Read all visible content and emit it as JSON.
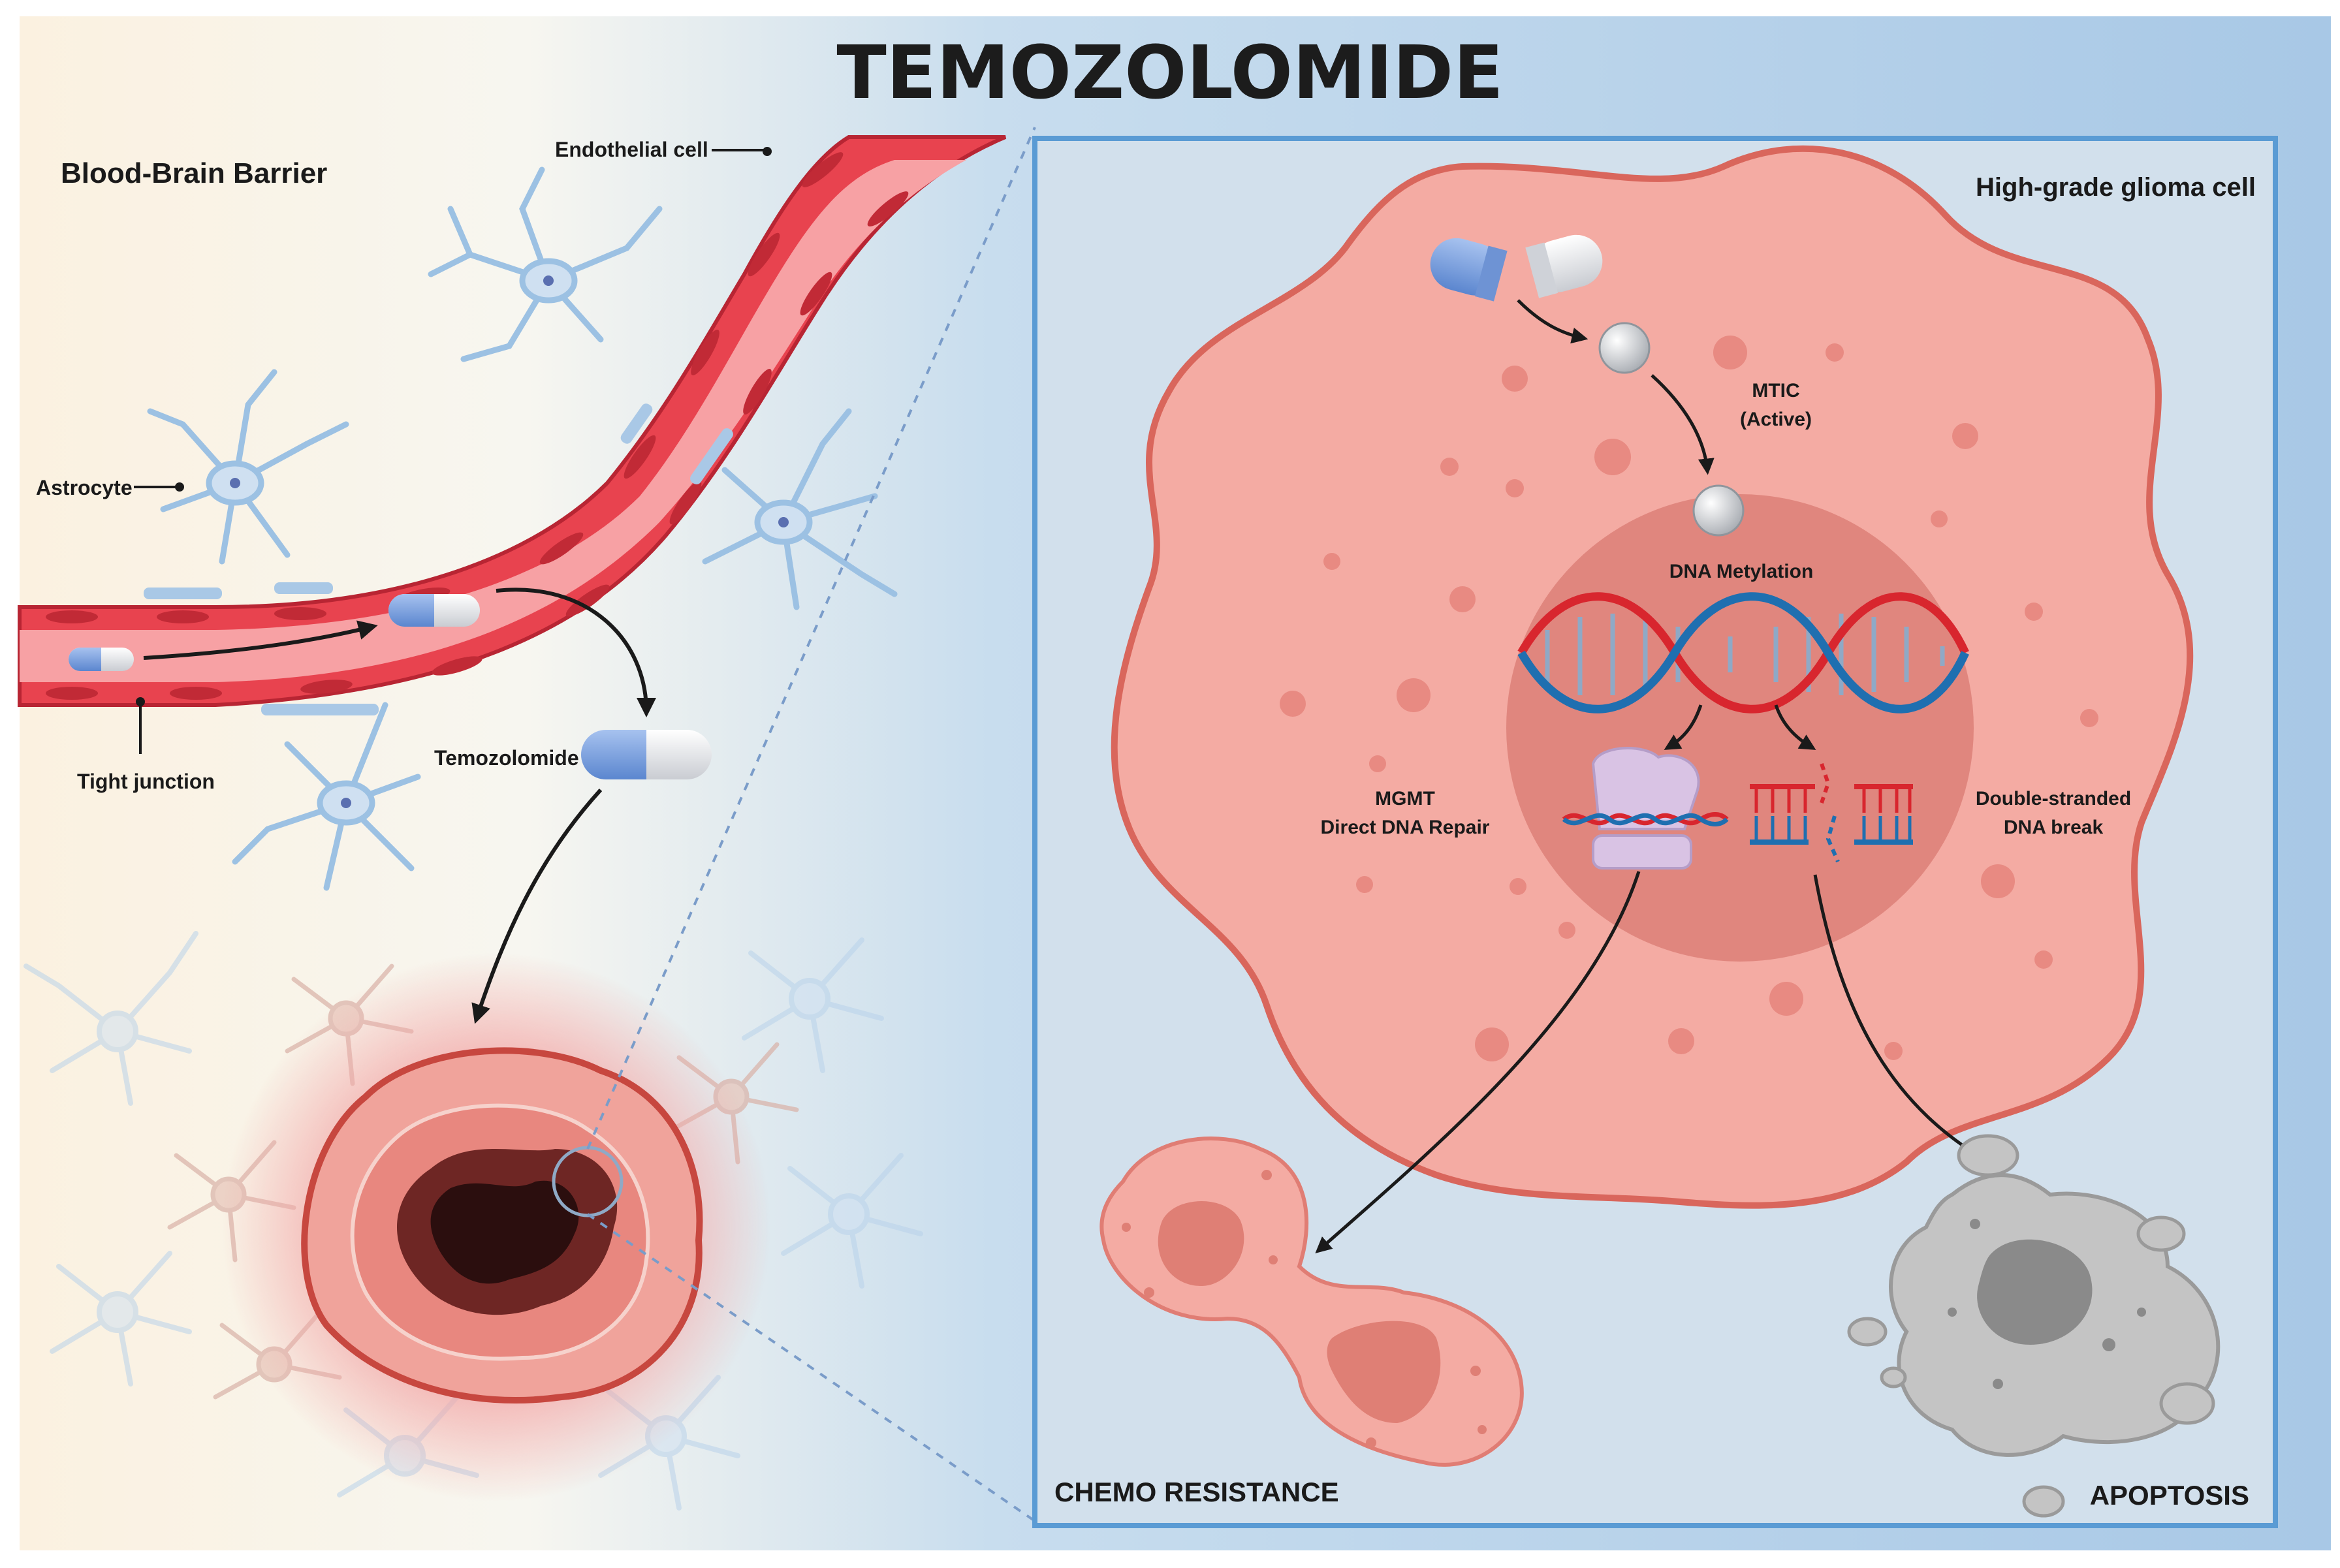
{
  "title": "TEMOZOLOMIDE",
  "left_panel": {
    "heading": "Blood-Brain Barrier",
    "labels": {
      "endothelial": "Endothelial cell",
      "astrocyte": "Astrocyte",
      "tight_junction": "Tight junction",
      "temozolomide": "Temozolomide"
    }
  },
  "right_panel": {
    "heading": "High-grade glioma cell",
    "mtic_line1": "MTIC",
    "mtic_line2": "(Active)",
    "dna_methylation": "DNA Metylation",
    "mgmt_line1": "MGMT",
    "mgmt_line2": "Direct DNA Repair",
    "dsb_line1": "Double-stranded",
    "dsb_line2": "DNA break",
    "chemo_resistance": "CHEMO RESISTANCE",
    "apoptosis": "APOPTOSIS"
  },
  "colors": {
    "vessel": "#e8434f",
    "vessel_lumen": "#f7a1a4",
    "astrocyte": "#a9c8e6",
    "glioma_cell": "#f4aba3",
    "glioma_border": "#d9665c",
    "nucleus": "#e0867e",
    "dna_red": "#d8262e",
    "dna_blue": "#1f6fb0",
    "panel_bg": "#cfdfec",
    "panel_border": "#5a9bd4",
    "capsule_blue": "#7fa6e0"
  }
}
